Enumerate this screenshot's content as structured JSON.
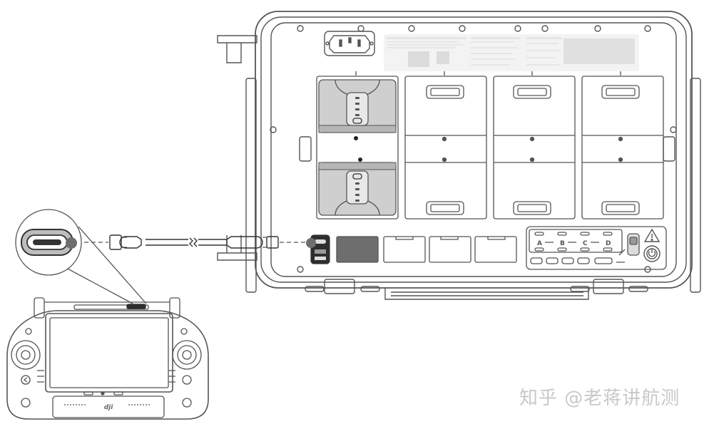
{
  "charger_ports": [
    "A",
    "B",
    "C",
    "D"
  ],
  "brand_logo": "dji",
  "watermark": "知乎 @老蒋讲航测",
  "colors": {
    "line": "#555555",
    "panel": "#bdbdbd",
    "battery_fill": "#cfcfcf",
    "port_dark": "#6e6e6e",
    "watermark": "#c8c8c8"
  },
  "icons": [
    "power-icon",
    "warning-icon",
    "ac-inlet-icon",
    "usb-c-port-icon",
    "usb-c-cable-icon"
  ]
}
